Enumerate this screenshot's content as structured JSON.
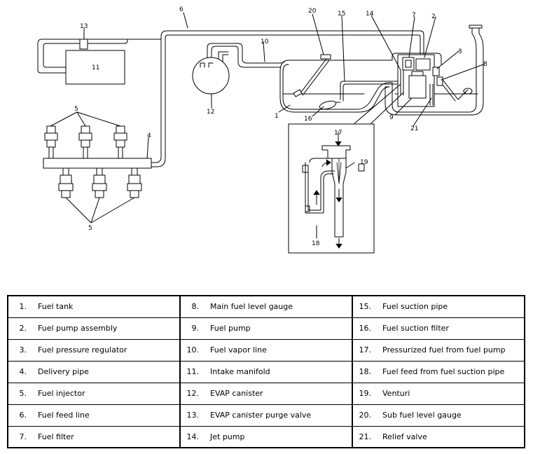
{
  "callouts": {
    "c1": "1",
    "c2": "2",
    "c3": "3",
    "c4": "4",
    "c5": "5",
    "c6": "6",
    "c7": "7",
    "c8": "8",
    "c9": "9",
    "c10": "10",
    "c11": "11",
    "c12": "12",
    "c13": "13",
    "c14": "14",
    "c15": "15",
    "c16": "16",
    "c17": "17",
    "c18": "18",
    "c19": "19",
    "c20": "20",
    "c21": "21"
  },
  "legend": {
    "rows": [
      [
        {
          "num": "1.",
          "label": "Fuel tank"
        },
        {
          "num": "8.",
          "label": "Main fuel level gauge"
        },
        {
          "num": "15.",
          "label": "Fuel suction pipe"
        }
      ],
      [
        {
          "num": "2.",
          "label": "Fuel pump assembly"
        },
        {
          "num": "9.",
          "label": "Fuel pump"
        },
        {
          "num": "16.",
          "label": "Fuel suction filter"
        }
      ],
      [
        {
          "num": "3.",
          "label": "Fuel pressure regulator"
        },
        {
          "num": "10.",
          "label": "Fuel vapor line"
        },
        {
          "num": "17.",
          "label": "Pressurized fuel from fuel pump"
        }
      ],
      [
        {
          "num": "4.",
          "label": "Delivery pipe"
        },
        {
          "num": "11.",
          "label": "Intake manifold"
        },
        {
          "num": "18.",
          "label": "Fuel feed from fuel suction pipe"
        }
      ],
      [
        {
          "num": "5.",
          "label": "Fuel injector"
        },
        {
          "num": "12.",
          "label": "EVAP canister"
        },
        {
          "num": "19.",
          "label": "Venturi"
        }
      ],
      [
        {
          "num": "6.",
          "label": "Fuel feed line"
        },
        {
          "num": "13.",
          "label": "EVAP canister purge valve"
        },
        {
          "num": "20.",
          "label": "Sub fuel level gauge"
        }
      ],
      [
        {
          "num": "7.",
          "label": "Fuel filter"
        },
        {
          "num": "14.",
          "label": "Jet pump"
        },
        {
          "num": "21.",
          "label": "Relief valve"
        }
      ]
    ]
  }
}
